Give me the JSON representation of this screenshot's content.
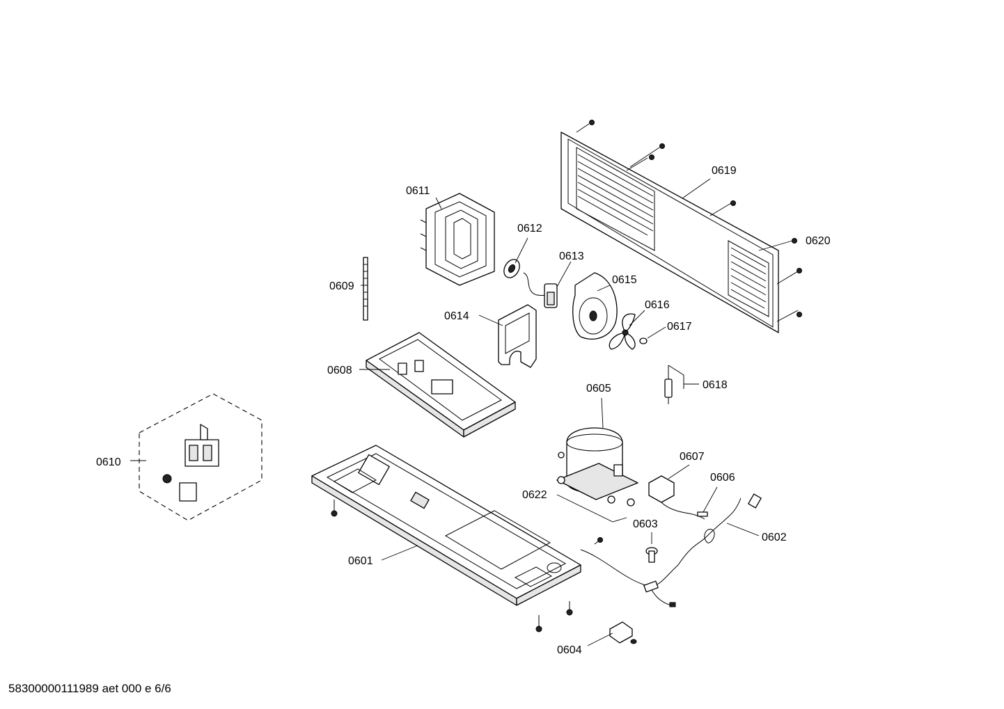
{
  "callouts": {
    "c0601": "0601",
    "c0602": "0602",
    "c0603": "0603",
    "c0604": "0604",
    "c0605": "0605",
    "c0606": "0606",
    "c0607": "0607",
    "c0608": "0608",
    "c0609": "0609",
    "c0610": "0610",
    "c0611": "0611",
    "c0612": "0612",
    "c0613": "0613",
    "c0614": "0614",
    "c0615": "0615",
    "c0616": "0616",
    "c0617": "0617",
    "c0618": "0618",
    "c0619": "0619",
    "c0620": "0620",
    "c0622": "0622"
  },
  "footer": {
    "text": "58300000111989 aet 000 e 6/6"
  }
}
